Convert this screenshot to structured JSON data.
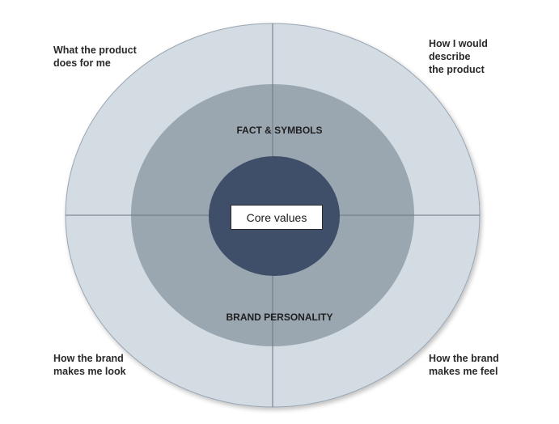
{
  "colors": {
    "outer_ring": "#d3dbe3",
    "outer_ring_edge": "#9aa6b2",
    "middle_ring": "#9aa6b0",
    "core": "#3f4e69",
    "divider": "#6b7682"
  },
  "corners": {
    "top_left": [
      "What the product",
      "does for me"
    ],
    "top_right": [
      "How I would",
      "describe",
      "the product"
    ],
    "bottom_left": [
      "How the brand",
      "makes me look"
    ],
    "bottom_right": [
      "How the brand",
      "makes me feel"
    ]
  },
  "rings": {
    "middle_top": "FACT & SYMBOLS",
    "middle_bottom": "BRAND PERSONALITY"
  },
  "core": {
    "label": "Core values"
  }
}
